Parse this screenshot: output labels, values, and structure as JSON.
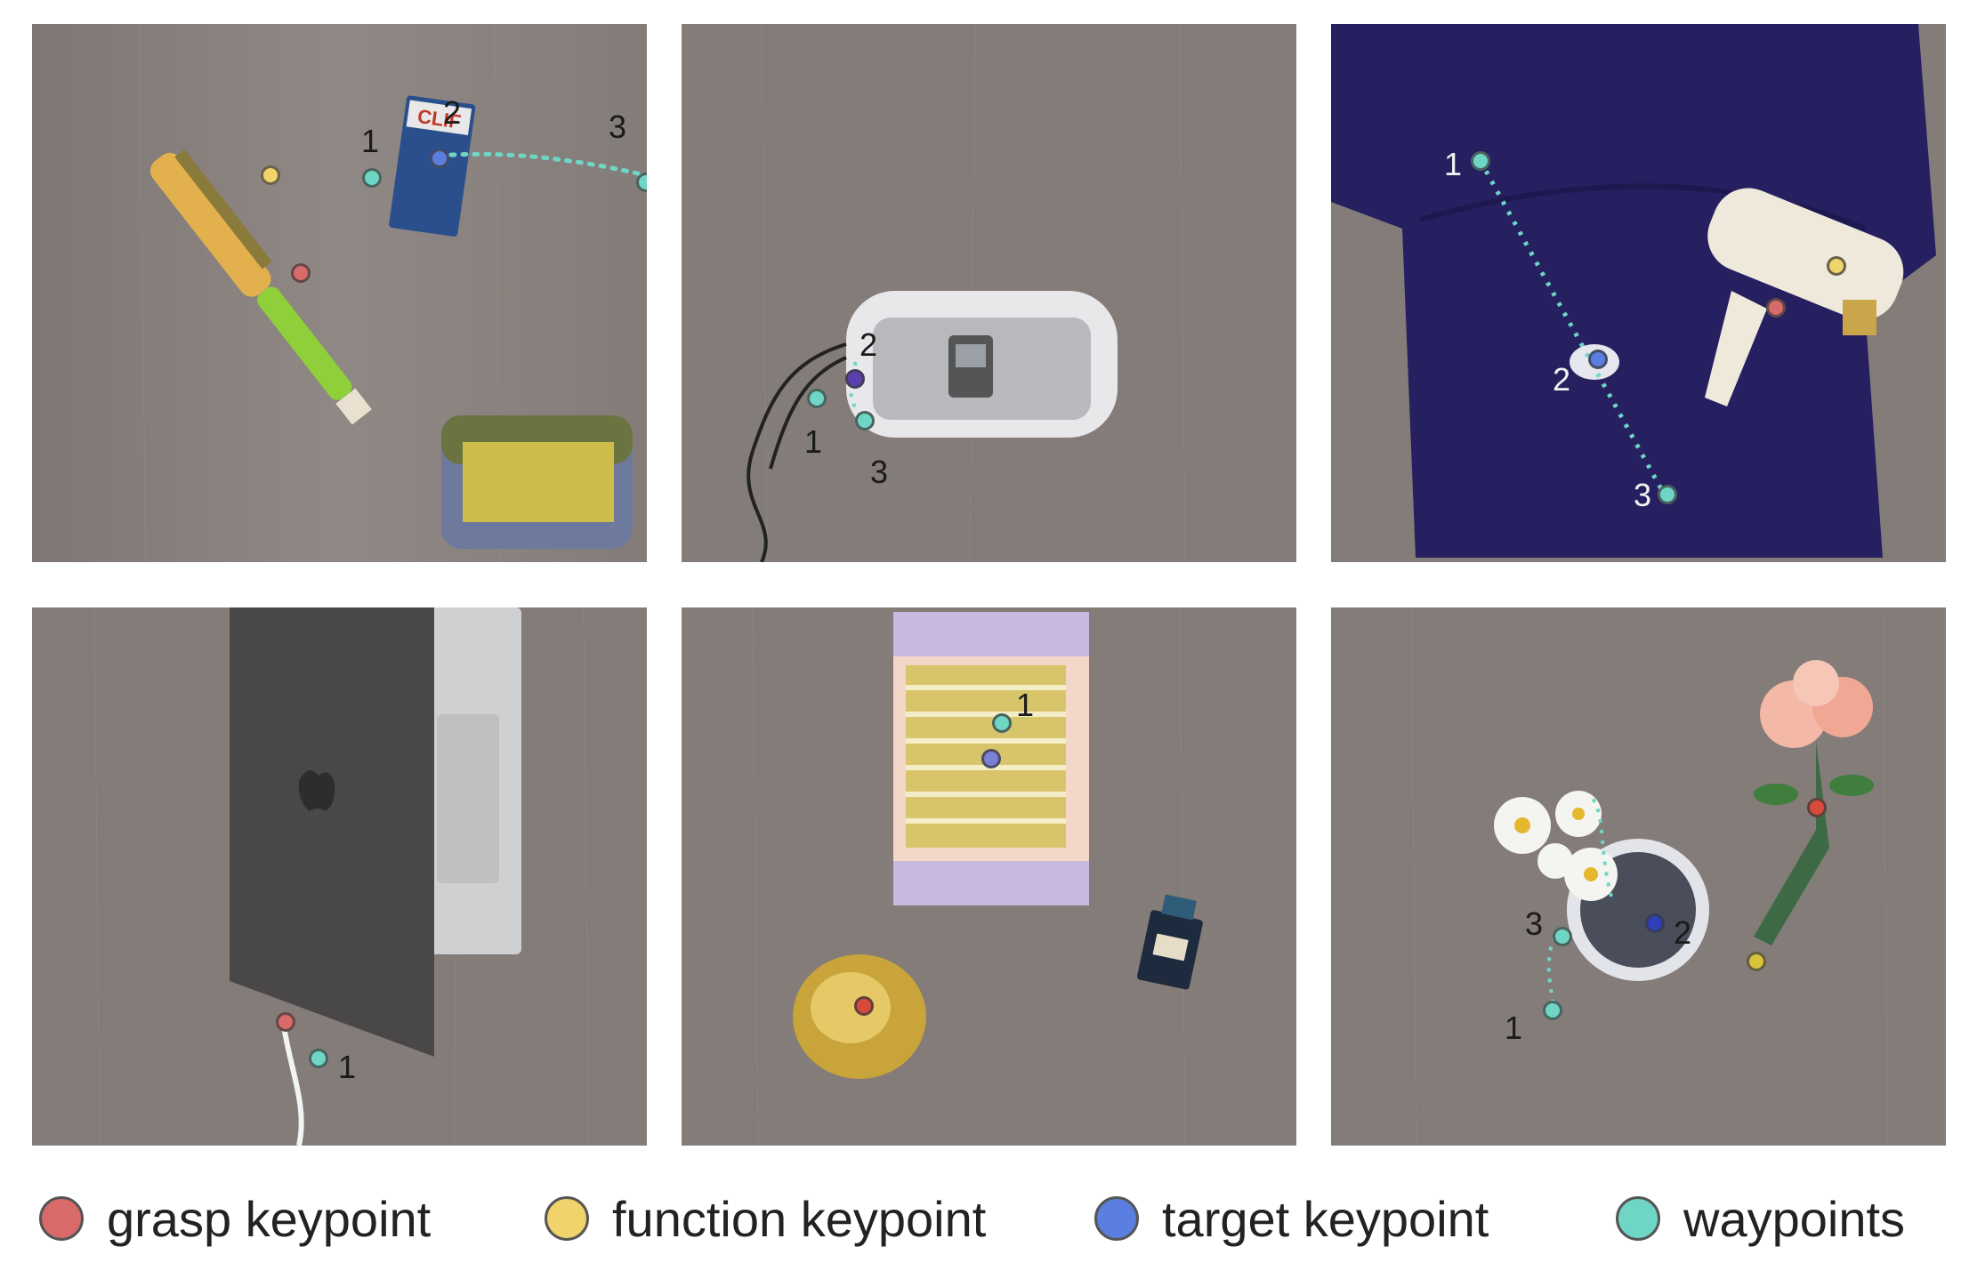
{
  "colors": {
    "grasp": "#d86a6a",
    "function": "#f1d36b",
    "target": "#5b7fe0",
    "waypoint": "#6fd6c6"
  },
  "panels": [
    {
      "scene": "brush-clif-bar-eyeglass-case",
      "labels": [
        "1",
        "2",
        "3"
      ]
    },
    {
      "scene": "watch-in-cleaner",
      "labels": [
        "2",
        "1",
        "3"
      ]
    },
    {
      "scene": "lint-roller-on-sweater",
      "labels": [
        "1",
        "2",
        "3"
      ]
    },
    {
      "scene": "laptop-and-cable",
      "labels": [
        "1"
      ]
    },
    {
      "scene": "gift-box-and-perfume",
      "labels": [
        "1"
      ]
    },
    {
      "scene": "flowers-and-vase",
      "labels": [
        "3",
        "2",
        "1"
      ]
    }
  ],
  "legend": [
    {
      "label": "grasp keypoint",
      "color": "#d86a6a"
    },
    {
      "label": "function keypoint",
      "color": "#f1d36b"
    },
    {
      "label": "target keypoint",
      "color": "#5b7fe0"
    },
    {
      "label": "waypoints",
      "color": "#6fd6c6"
    }
  ]
}
